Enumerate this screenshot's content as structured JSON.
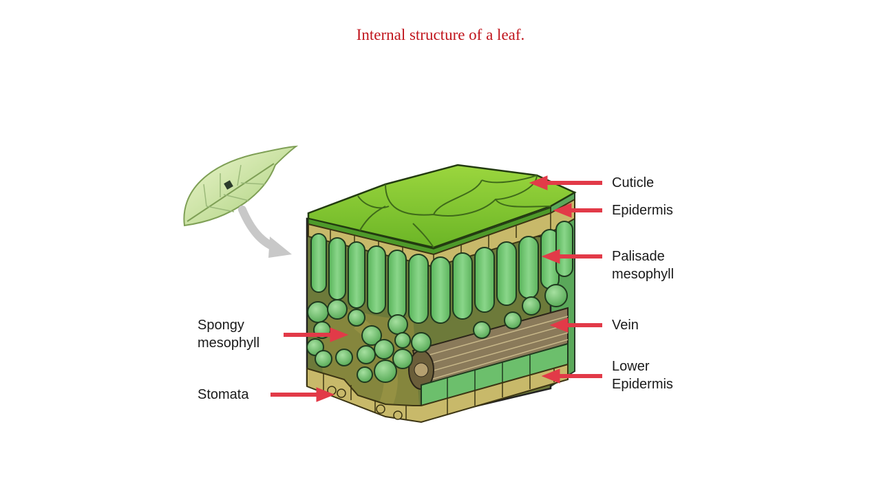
{
  "title": "Internal structure of a leaf.",
  "labels": {
    "cuticle": "Cuticle",
    "epidermis": "Epidermis",
    "palisade_1": "Palisade",
    "palisade_2": "mesophyll",
    "vein": "Vein",
    "lower_epidermis_1": "Lower",
    "lower_epidermis_2": "Epidermis",
    "spongy_1": "Spongy",
    "spongy_2": "mesophyll",
    "stomata": "Stomata"
  },
  "colors": {
    "title": "#c0141c",
    "arrow": "#e23a48",
    "cuticle": "#7cc12b",
    "epidermis": "#c8b96a",
    "palisade": "#6cc46a",
    "spongy": "#7ac97a",
    "vein": "#8a7a5a"
  }
}
